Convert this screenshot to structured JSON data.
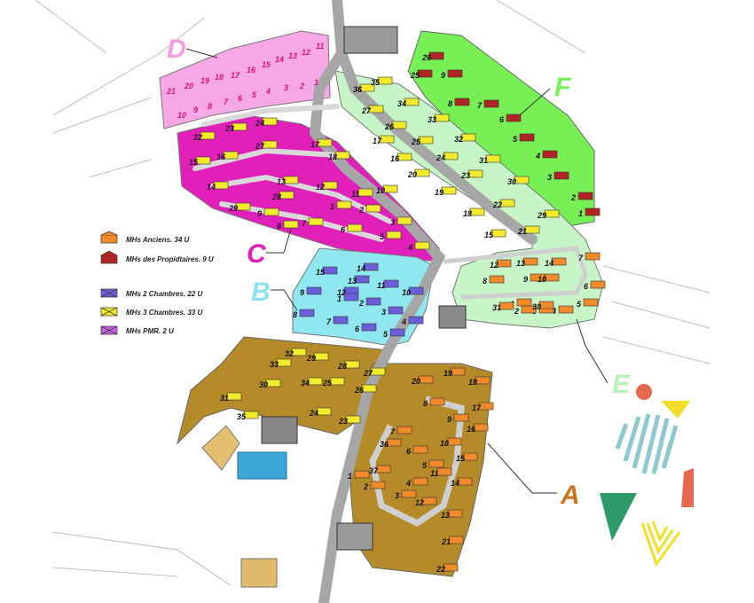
{
  "zones": {
    "A": {
      "letter": "A",
      "color": "#c8761f"
    },
    "B": {
      "letter": "B",
      "color": "#8fe3ee"
    },
    "C": {
      "letter": "C",
      "color": "#e020b8"
    },
    "D": {
      "letter": "D",
      "color": "#f2a0e0"
    },
    "E": {
      "letter": "E",
      "color": "#b8f0b8"
    },
    "F": {
      "letter": "F",
      "color": "#77f055"
    }
  },
  "legend": {
    "items": [
      {
        "label": "MHs Anciens. 34 U",
        "color": "#f08a2a",
        "icon": "orange-mobile-home-icon"
      },
      {
        "label": "MHs des Propidtaires. 9 U",
        "color": "#b32424",
        "icon": "red-mobile-home-icon"
      },
      {
        "label": "MHs 2 Chambres. 22 U",
        "color": "#6a5fd8",
        "icon": "purple-mobile-home-icon"
      },
      {
        "label": "MHs 3 Chambres. 33 U",
        "color": "#f2ea2a",
        "icon": "yellow-mobile-home-icon"
      },
      {
        "label": "MHs PMR. 2 U",
        "color": "#c25fe0",
        "icon": "violet-mobile-home-icon"
      }
    ]
  },
  "plots": {
    "D": [
      "11",
      "12",
      "13",
      "14",
      "15",
      "16",
      "17",
      "18",
      "19",
      "20",
      "21",
      "10",
      "9",
      "8",
      "7",
      "6",
      "5",
      "4",
      "3",
      "2",
      "1"
    ],
    "C": [
      "22",
      "23",
      "24",
      "27",
      "17",
      "18",
      "16",
      "15",
      "14",
      "13",
      "12",
      "11",
      "10",
      "9",
      "8",
      "7",
      "6",
      "5",
      "4",
      "3",
      "2",
      "1",
      "28",
      "29"
    ],
    "B": [
      "15",
      "14",
      "13",
      "12",
      "11",
      "10",
      "9",
      "8",
      "7",
      "6",
      "5",
      "4",
      "3",
      "2",
      "1"
    ],
    "F": [
      "26",
      "25",
      "9",
      "8",
      "7",
      "6",
      "5",
      "4",
      "3",
      "2",
      "1"
    ],
    "E_inner": [
      "36",
      "35",
      "34",
      "33",
      "32",
      "31",
      "30",
      "29",
      "27",
      "26",
      "25",
      "24",
      "23",
      "22",
      "21",
      "20",
      "19",
      "18",
      "17",
      "16",
      "15"
    ],
    "E_outer": [
      "12",
      "13",
      "14",
      "8",
      "9",
      "10",
      "7",
      "6",
      "5",
      "4",
      "3",
      "2",
      "1",
      "31",
      "30"
    ],
    "A_upper": [
      "32",
      "33",
      "34",
      "28",
      "29",
      "27",
      "30",
      "25",
      "26",
      "24",
      "23",
      "31",
      "35"
    ],
    "A_lower": [
      "20",
      "19",
      "18",
      "17",
      "16",
      "15",
      "14",
      "13",
      "12",
      "11",
      "10",
      "9",
      "8",
      "7",
      "6",
      "5",
      "4",
      "3",
      "2",
      "1",
      "36",
      "37",
      "21",
      "22"
    ]
  }
}
